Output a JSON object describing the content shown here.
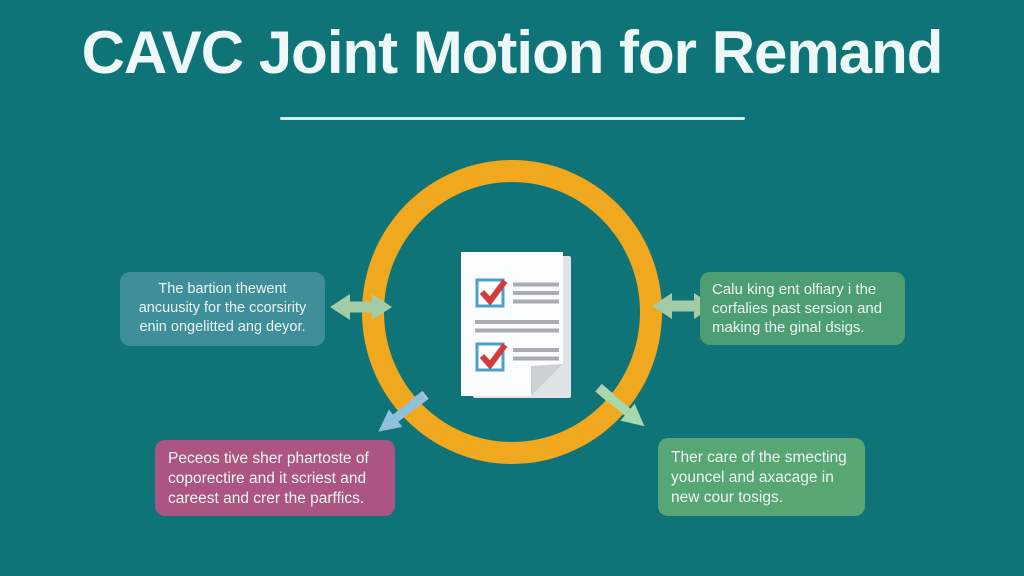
{
  "title": "CAVC Joint Motion for Remand",
  "colors": {
    "background": "#0e7478",
    "title": "#eef8f8",
    "underline": "#cdeef0",
    "ring": "#f0a81f",
    "box_top_left": "#3e8f9a",
    "box_top_right": "#4d9e72",
    "box_bottom_left": "#ad5582",
    "box_bottom_right": "#57a673",
    "arrow_horizontal": "#a2cba6",
    "arrow_down_left": "#8fc0de",
    "arrow_down_right": "#a9d8ad",
    "doc_paper": "#fbfcfd",
    "doc_back_page": "#dfe3e6",
    "doc_fold": "#cbd1d6",
    "doc_lines": "#a7adb3",
    "checkbox_border": "#4ba2c8",
    "checkmark": "#cf3e38"
  },
  "center_icon": "checklist-document-icon",
  "boxes": {
    "top_left": {
      "lines": [
        "The bartion thewent",
        "ancuusity for the ccorsirity",
        "enin ongelitted ang deyor."
      ]
    },
    "top_right": {
      "lines": [
        "Calu king ent olfiary i the",
        "corfalies past sersion and",
        "making the ginal dsigs."
      ]
    },
    "bottom_left": {
      "lines": [
        "Peceos tive sher phartoste of",
        "coporectire and it scriest and",
        "careest and crer the parffics."
      ]
    },
    "bottom_right": {
      "lines": [
        "Ther care of the smecting",
        "youncel and axacage in",
        "new cour tosigs."
      ]
    }
  },
  "arrows": {
    "left": "bidirectional-horizontal",
    "right": "bidirectional-horizontal",
    "bottom_left": "down-left",
    "bottom_right": "down-right"
  }
}
